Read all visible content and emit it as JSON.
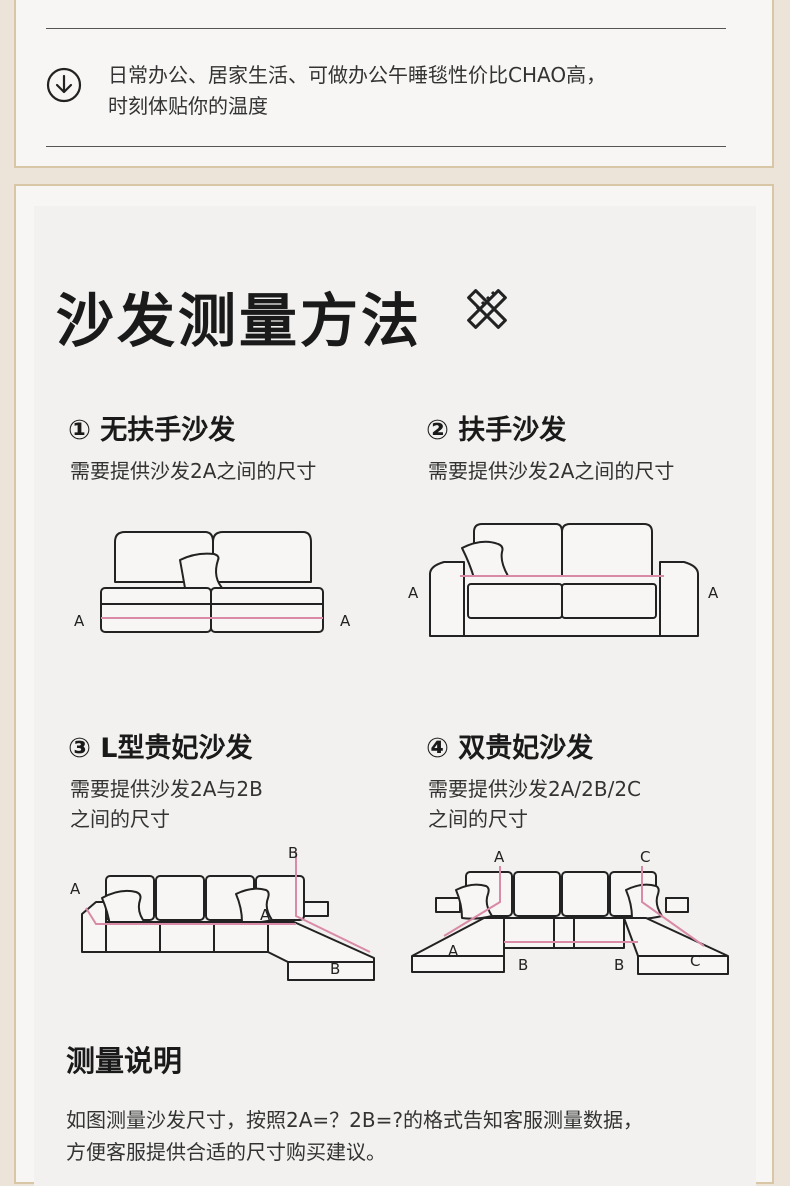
{
  "intro": {
    "icon": "download-arrow-icon",
    "line1": "日常办公、居家生活、可做办公午睡毯性价比CHAO高，",
    "line2": "时刻体贴你的温度"
  },
  "page": {
    "title": "沙发测量方法",
    "title_icon": "ruler-pencil-icon"
  },
  "sections": [
    {
      "title": "① 无扶手沙发",
      "desc_line1": "需要提供沙发2A之间的尺寸",
      "desc_line2": "",
      "labels": [
        "A",
        "A"
      ]
    },
    {
      "title": "② 扶手沙发",
      "desc_line1": "需要提供沙发2A之间的尺寸",
      "desc_line2": "",
      "labels": [
        "A",
        "A"
      ]
    },
    {
      "title": "③ L型贵妃沙发",
      "desc_line1": "需要提供沙发2A与2B",
      "desc_line2": "之间的尺寸",
      "labels": [
        "A",
        "A",
        "B",
        "B"
      ]
    },
    {
      "title": "④ 双贵妃沙发",
      "desc_line1": "需要提供沙发2A/2B/2C",
      "desc_line2": "之间的尺寸",
      "labels": [
        "A",
        "A",
        "B",
        "B",
        "C",
        "C"
      ]
    }
  ],
  "notes": {
    "title": "测量说明",
    "line1": "如图测量沙发尺寸，按照2A=？2B=?的格式告知客服测量数据，",
    "line2": "方便客服提供合适的尺寸购买建议。"
  },
  "colors": {
    "background": "#ece4d8",
    "panel_border": "#d9c6a6",
    "measure_line": "#d98aa6",
    "outline": "#222222"
  }
}
